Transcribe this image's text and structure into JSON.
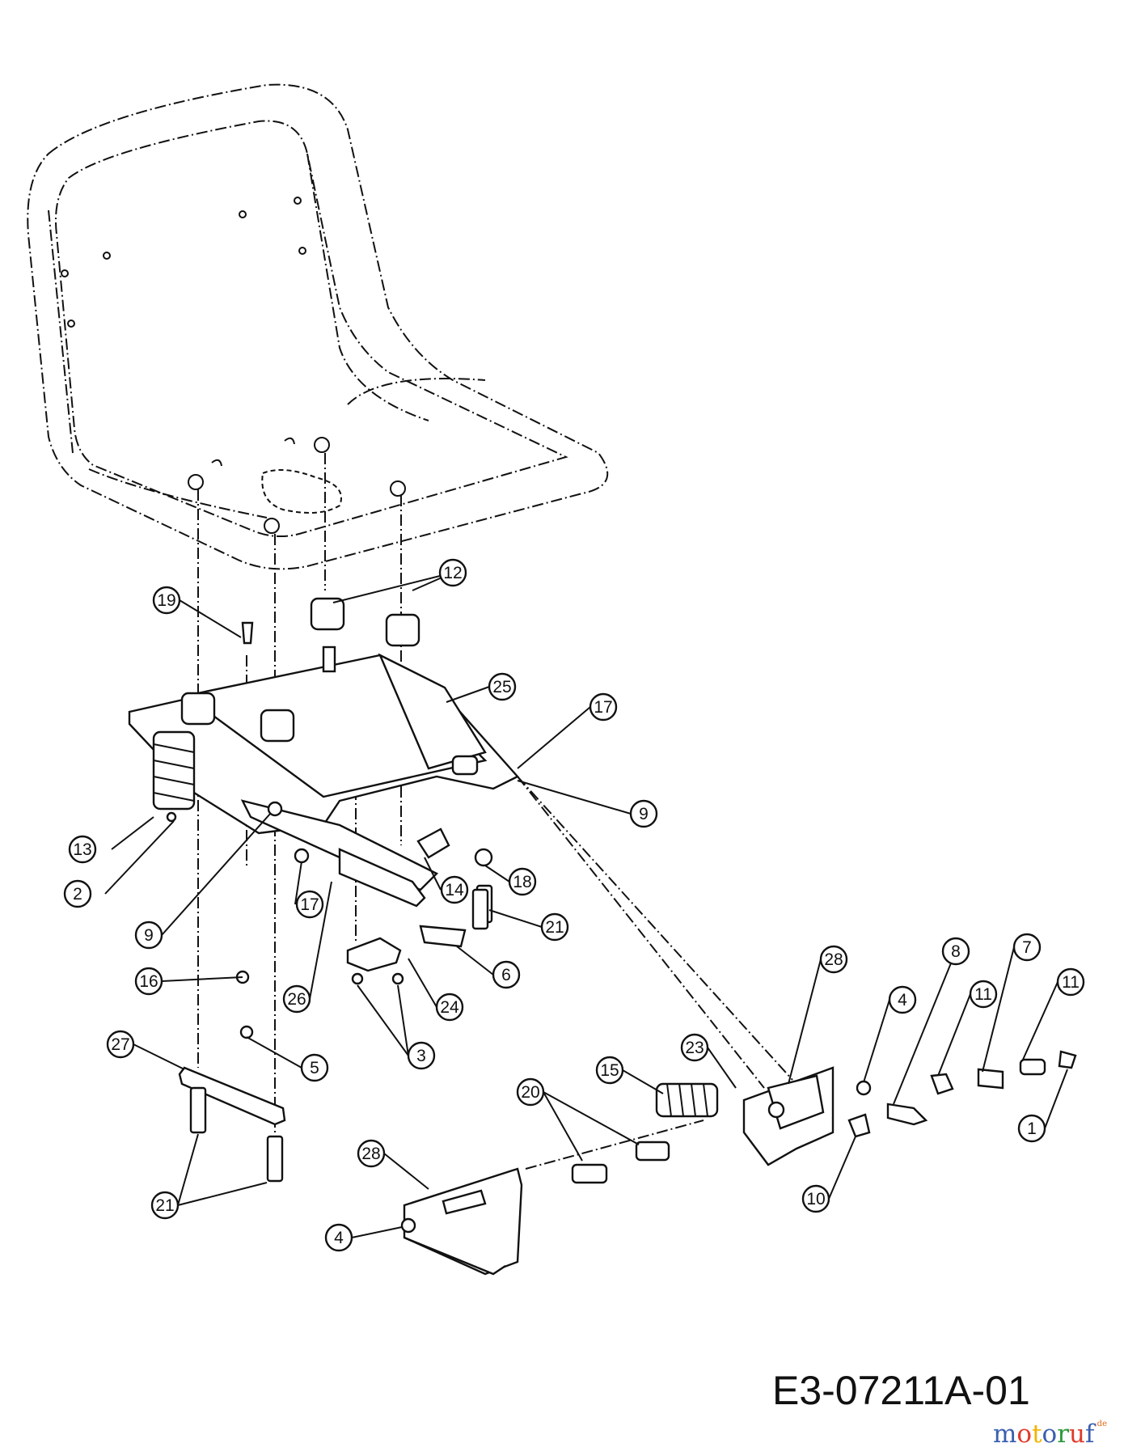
{
  "diagram_code": "E3-07211A-01",
  "brand": {
    "letters": [
      {
        "ch": "m",
        "color": "#3a5fb0"
      },
      {
        "ch": "o",
        "color": "#e03a2a"
      },
      {
        "ch": "t",
        "color": "#f2b400"
      },
      {
        "ch": "o",
        "color": "#3a5fb0"
      },
      {
        "ch": "r",
        "color": "#2e9a3a"
      },
      {
        "ch": "u",
        "color": "#e03a2a"
      },
      {
        "ch": "f",
        "color": "#3a5fb0"
      }
    ],
    "suffix": ".de"
  },
  "callouts": [
    {
      "id": "c19",
      "label": "19"
    },
    {
      "id": "c12",
      "label": "12"
    },
    {
      "id": "c25",
      "label": "25"
    },
    {
      "id": "c17a",
      "label": "17"
    },
    {
      "id": "c9a",
      "label": "9"
    },
    {
      "id": "c13",
      "label": "13"
    },
    {
      "id": "c2",
      "label": "2"
    },
    {
      "id": "c9b",
      "label": "9"
    },
    {
      "id": "c17b",
      "label": "17"
    },
    {
      "id": "c14",
      "label": "14"
    },
    {
      "id": "c18",
      "label": "18"
    },
    {
      "id": "c21a",
      "label": "21"
    },
    {
      "id": "c6",
      "label": "6"
    },
    {
      "id": "c16",
      "label": "16"
    },
    {
      "id": "c26",
      "label": "26"
    },
    {
      "id": "c24",
      "label": "24"
    },
    {
      "id": "c3",
      "label": "3"
    },
    {
      "id": "c5",
      "label": "5"
    },
    {
      "id": "c27",
      "label": "27"
    },
    {
      "id": "c21b",
      "label": "21"
    },
    {
      "id": "c28a",
      "label": "28"
    },
    {
      "id": "c8",
      "label": "8"
    },
    {
      "id": "c7",
      "label": "7"
    },
    {
      "id": "c4a",
      "label": "4"
    },
    {
      "id": "c11a",
      "label": "11"
    },
    {
      "id": "c11b",
      "label": "11"
    },
    {
      "id": "c23",
      "label": "23"
    },
    {
      "id": "c15",
      "label": "15"
    },
    {
      "id": "c20",
      "label": "20"
    },
    {
      "id": "c1",
      "label": "1"
    },
    {
      "id": "c10",
      "label": "10"
    },
    {
      "id": "c28b",
      "label": "28"
    },
    {
      "id": "c4b",
      "label": "4"
    }
  ]
}
